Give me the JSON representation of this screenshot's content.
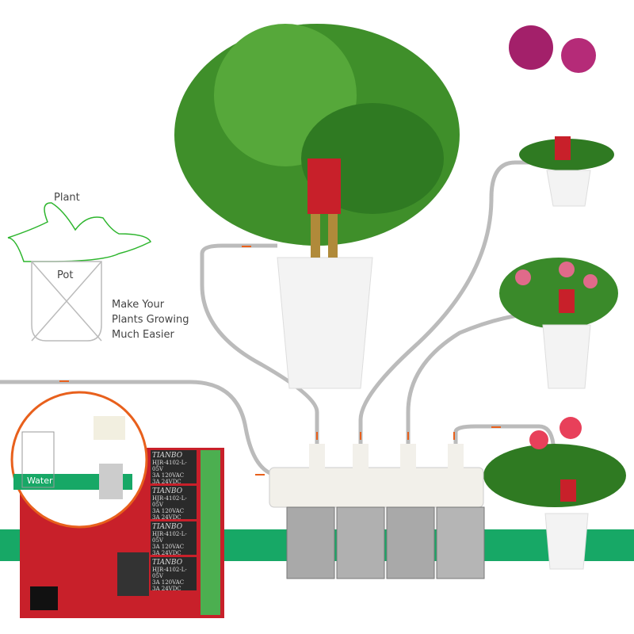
{
  "diagram": {
    "plant_label": "Plant",
    "pot_label": "Pot",
    "tagline": [
      "Make Your",
      "Plants Growing",
      "Much Easier"
    ],
    "water_label": "Water"
  },
  "relay_board": {
    "relays": [
      {
        "brand": "TIANBO",
        "model": "HJR-4102-L-05V",
        "rating1": "3A 120VAC",
        "rating2": "3A 24VDC"
      },
      {
        "brand": "TIANBO",
        "model": "HJR-4102-L-05V",
        "rating1": "3A 120VAC",
        "rating2": "3A 24VDC"
      },
      {
        "brand": "TIANBO",
        "model": "HJR-4102-L-05V",
        "rating1": "3A 120VAC",
        "rating2": "3A 24VDC"
      },
      {
        "brand": "TIANBO",
        "model": "HJR-4102-L-05V",
        "rating1": "3A 120VAC",
        "rating2": "3A 24VDC"
      }
    ]
  },
  "colors": {
    "green_band": "#17a866",
    "accent_orange": "#e8601c",
    "board_red": "#c8202a",
    "terminal_green": "#4caf50"
  }
}
